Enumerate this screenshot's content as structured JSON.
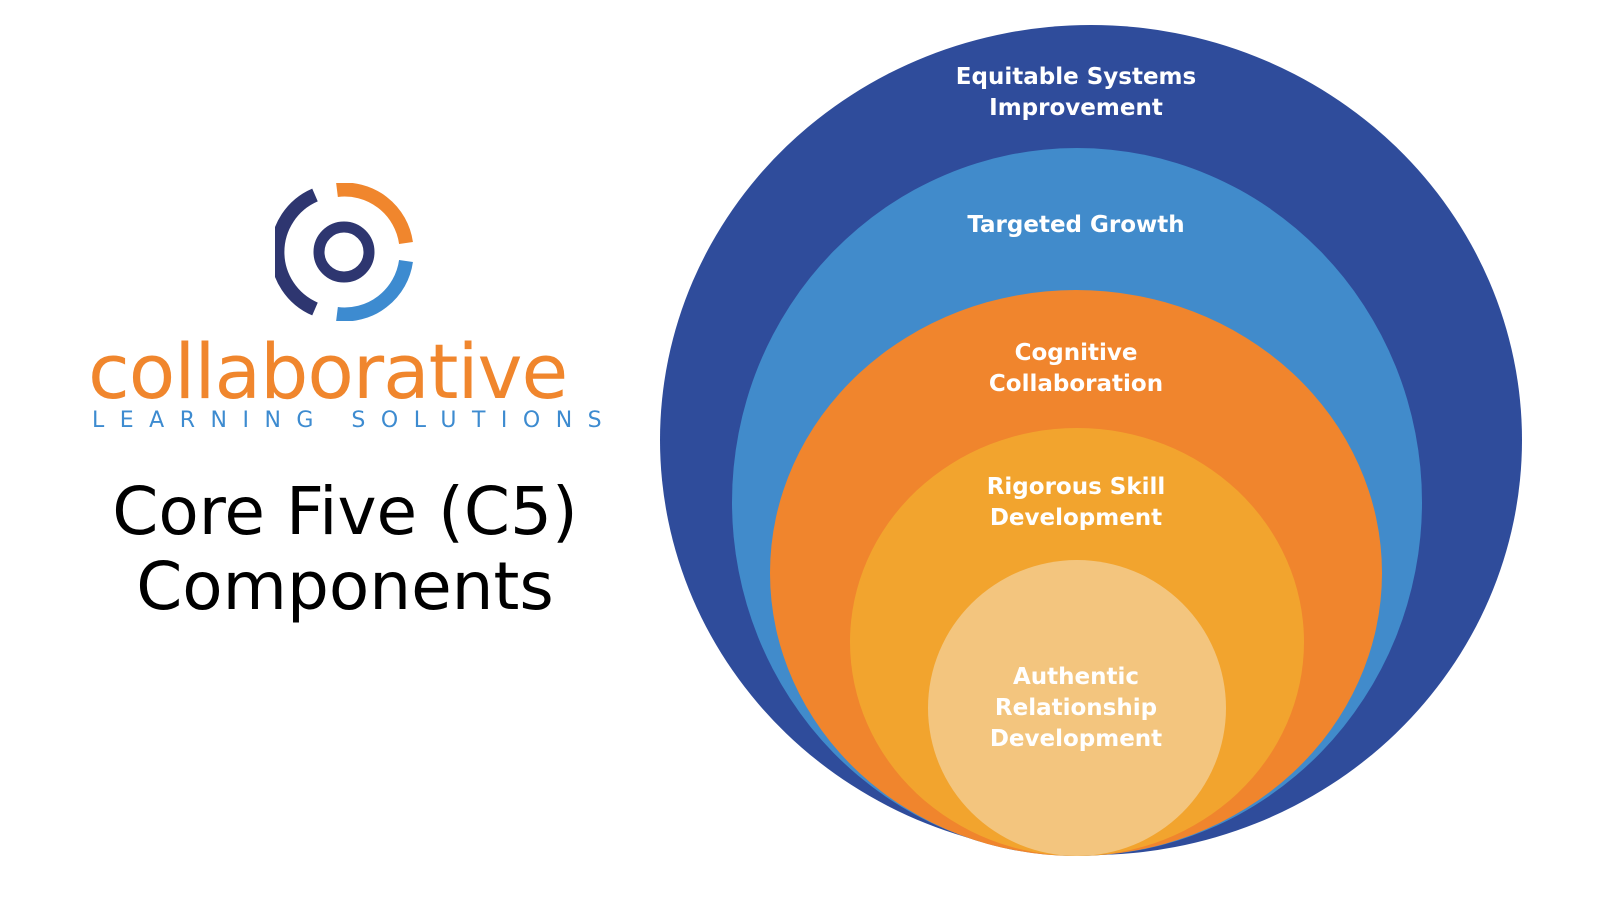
{
  "branding": {
    "logo_icon": "collaborative-circle-logo-icon",
    "name": "collaborative",
    "subtitle": "LEARNING SOLUTIONS",
    "colors": {
      "orange": "#f0862d",
      "navy": "#2e3670",
      "blue": "#3d8bd0"
    }
  },
  "title": {
    "line1": "Core Five (C5)",
    "line2": "Components"
  },
  "diagram": {
    "type": "nested-circles",
    "rings": [
      {
        "line1": "Equitable Systems",
        "line2": "Improvement",
        "color": "#2f4c9b"
      },
      {
        "line1": "Targeted Growth",
        "color": "#418bcb"
      },
      {
        "line1": "Cognitive",
        "line2": "Collaboration",
        "color": "#f0852d"
      },
      {
        "line1": "Rigorous Skill",
        "line2": "Development",
        "color": "#f2a42e"
      },
      {
        "line1": "Authentic",
        "line2": "Relationship",
        "line3": "Development",
        "color": "#f3c57e"
      }
    ]
  }
}
